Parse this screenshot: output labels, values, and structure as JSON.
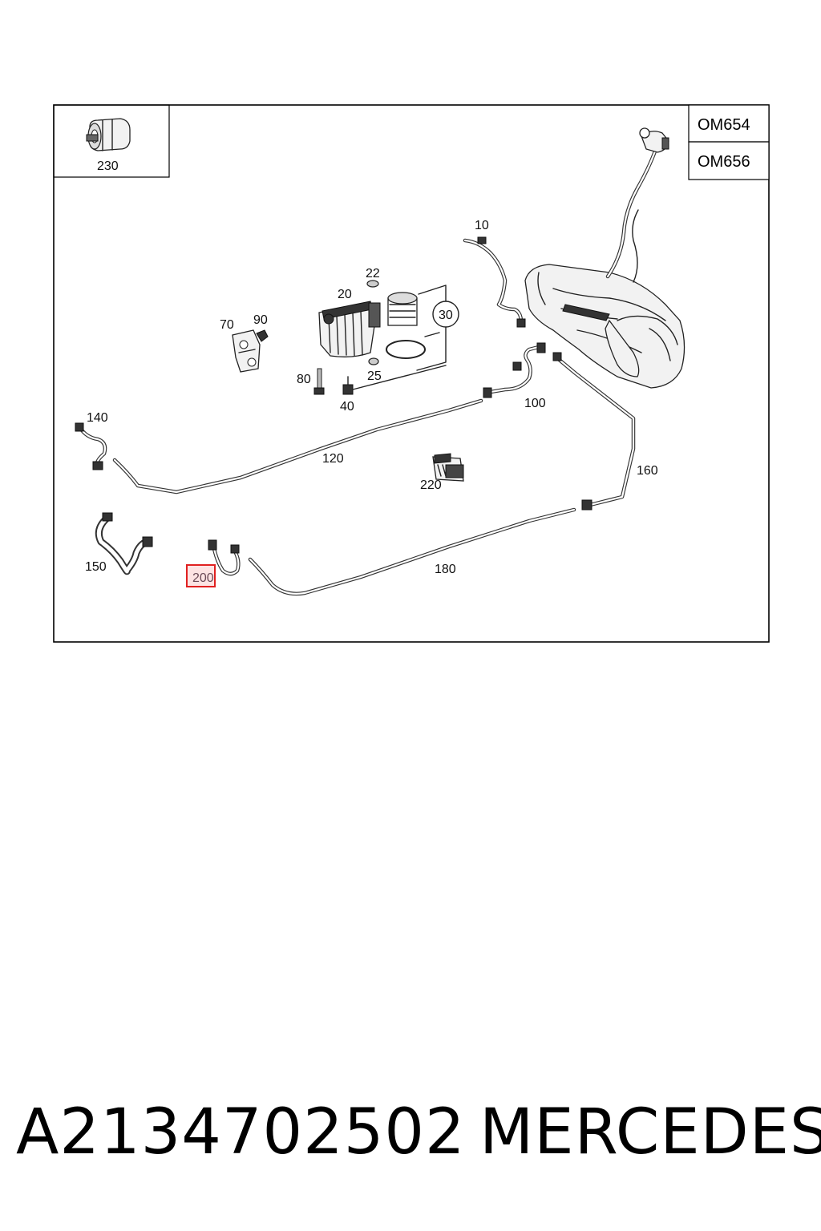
{
  "diagram": {
    "engine_codes": [
      "OM654",
      "OM656"
    ],
    "inset_part": "230",
    "highlighted_part": "200",
    "highlight_color": "#e02020",
    "callouts": {
      "p10": "10",
      "p20": "20",
      "p22": "22",
      "p25": "25",
      "p30": "30",
      "p40": "40",
      "p70": "70",
      "p80": "80",
      "p90": "90",
      "p100": "100",
      "p120": "120",
      "p140": "140",
      "p150": "150",
      "p160": "160",
      "p180": "180",
      "p220": "220"
    }
  },
  "caption": {
    "part_number": "A2134702502",
    "brand": "MERCEDES"
  }
}
